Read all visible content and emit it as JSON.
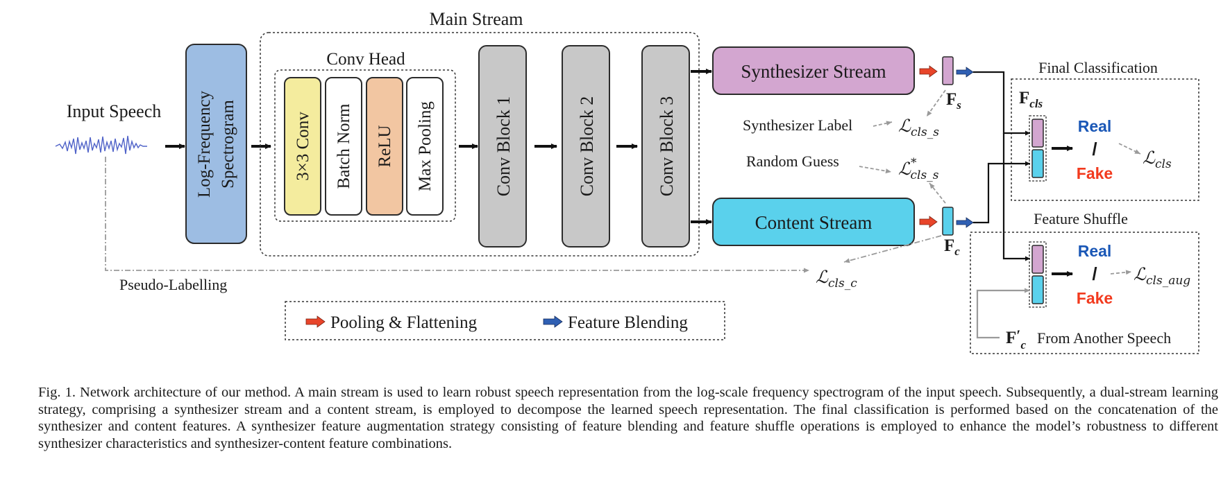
{
  "diagram": {
    "input_speech": "Input Speech",
    "spectrogram_line1": "Log-Frequency",
    "spectrogram_line2": "Spectrogram",
    "main_stream": "Main Stream",
    "conv_head": "Conv Head",
    "conv_head_ops": [
      "3×3 Conv",
      "Batch Norm",
      "ReLU",
      "Max Pooling"
    ],
    "conv_blocks": [
      "Conv Block 1",
      "Conv Block 2",
      "Conv Block 3"
    ],
    "synth_stream": "Synthesizer Stream",
    "content_stream": "Content Stream",
    "fs_label": "F",
    "fs_sub": "s",
    "fc_label": "F",
    "fc_sub": "c",
    "synth_label": "Synthesizer Label",
    "random_guess": "Random Guess",
    "pseudo_labelling": "Pseudo-Labelling",
    "loss_L": "ℒ",
    "loss_cls_s": "cls_s",
    "loss_cls_s_star_sup": "*",
    "loss_cls_c": "cls_c",
    "loss_cls": "cls",
    "loss_cls_aug": "cls_aug",
    "final_classification": "Final Classification",
    "fcls_label": "F",
    "fcls_sub": "cls",
    "feature_shuffle": "Feature Shuffle",
    "real": "Real",
    "slash": "/",
    "fake": "Fake",
    "fc_prime_label": "F",
    "fc_prime_prime": "′",
    "fc_prime_sub": "c",
    "from_another_speech": "From Another Speech",
    "legend_pooling": "Pooling & Flattening",
    "legend_blending": "Feature Blending"
  },
  "caption": {
    "fig_number": "Fig. 1.",
    "text": "Network architecture of our method. A main stream is used to learn robust speech representation from the log-scale frequency spectrogram of the input speech. Subsequently, a dual-stream learning strategy, comprising a synthesizer stream and a content stream, is employed to decompose the learned speech representation. The final classification is performed based on the concatenation of the synthesizer and content features. A synthesizer feature augmentation strategy consisting of feature blending and feature shuffle operations is employed to enhance the model’s robustness to different synthesizer characteristics and synthesizer-content feature combinations."
  },
  "colors": {
    "spectrogram_fill": "#9dbde3",
    "conv3x3_fill": "#f4ec9e",
    "relu_fill": "#f2c6a2",
    "conv_block_fill": "#c8c8c8",
    "synth_fill": "#d3a6d0",
    "content_fill": "#5ad1ec",
    "real_color": "#1a57b6",
    "fake_color": "#f23a1e",
    "pool_arrow": "#e8452a",
    "blend_arrow": "#2f5fb3",
    "wave_color": "#4f62c8"
  }
}
